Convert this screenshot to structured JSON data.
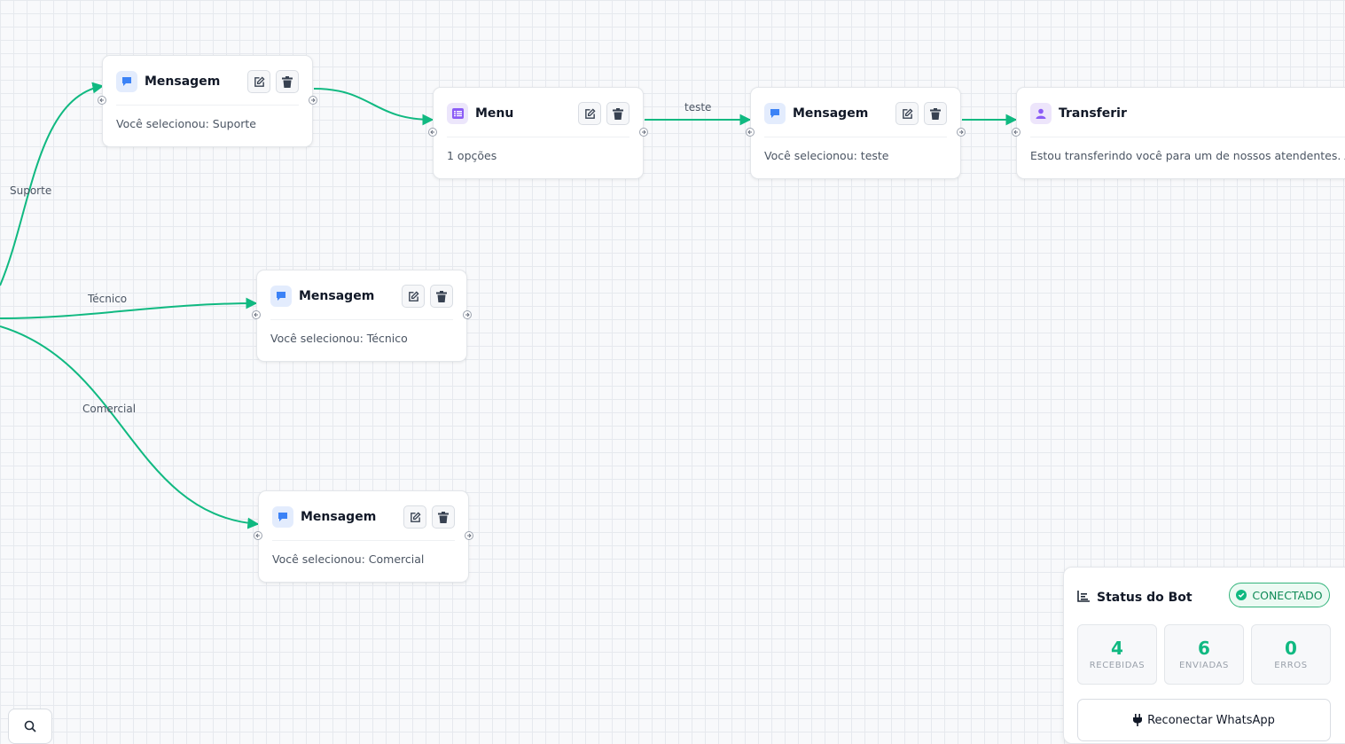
{
  "colors": {
    "edge": "#10b981",
    "accent_blue": "#3b82f6",
    "accent_purple": "#8b5cf6",
    "status_green": "#10b981"
  },
  "edge_labels": {
    "suporte": "Suporte",
    "tecnico": "Técnico",
    "comercial": "Comercial",
    "teste": "teste"
  },
  "nodes": [
    {
      "title": "Mensagem",
      "icon": "chat-bubble-icon",
      "text": "Você selecionou: Suporte"
    },
    {
      "title": "Menu",
      "icon": "list-icon",
      "text": "1 opções"
    },
    {
      "title": "Mensagem",
      "icon": "chat-bubble-icon",
      "text": "Você selecionou: teste"
    },
    {
      "title": "Transferir",
      "icon": "user-icon",
      "text": "Estou transferindo você para um de nossos atendentes. Ag"
    },
    {
      "title": "Mensagem",
      "icon": "chat-bubble-icon",
      "text": "Você selecionou: Técnico"
    },
    {
      "title": "Mensagem",
      "icon": "chat-bubble-icon",
      "text": "Você selecionou: Comercial"
    }
  ],
  "status": {
    "title": "Status do Bot",
    "badge": "CONECTADO",
    "received_value": "4",
    "received_label": "RECEBIDAS",
    "sent_value": "6",
    "sent_label": "ENVIADAS",
    "errors_value": "0",
    "errors_label": "ERROS",
    "reconnect_label": "Reconectar WhatsApp"
  }
}
